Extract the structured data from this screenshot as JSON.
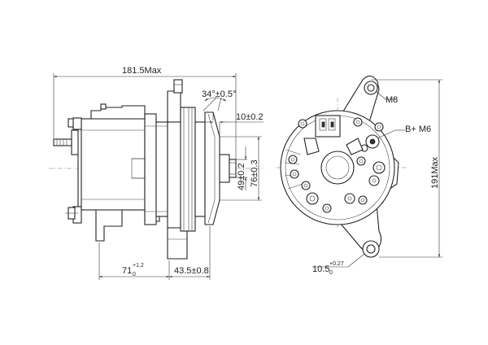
{
  "dimensions": {
    "overall_length": "181.5Max",
    "pulley_angle": "34°±0.5°",
    "pulley_offset": "10±0.2",
    "pulley_dia_small": "49±0.2",
    "pulley_dia_large": "76±0.3",
    "mount_length_base": "71",
    "mount_length_sub": "0",
    "mount_length_sup": "+1.2",
    "front_offset": "43.5±0.8",
    "overall_height": "191Max",
    "hole_dia_base": "10.5",
    "hole_dia_sub": "0",
    "hole_dia_sup": "+0.27"
  },
  "terminals": {
    "m8": "M8",
    "b_plus": "B+ M6"
  }
}
